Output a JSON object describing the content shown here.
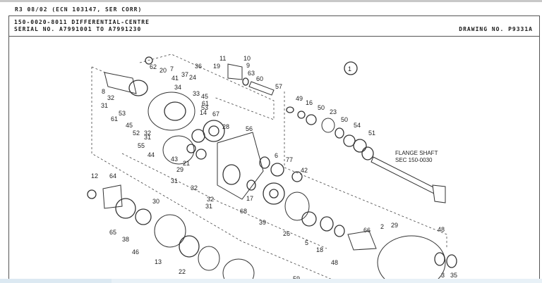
{
  "header": {
    "revision": "R3 08/02 (ECN 103147, SER CORR)",
    "part_title": "150-0020-8011 DIFFERENTIAL-CENTRE",
    "serial_range": "SERIAL NO. A7991001 TO A7991230",
    "drawing_number": "DRAWING NO. P9331A"
  },
  "diagram": {
    "view_marker": "1",
    "note_line1": "FLANGE SHAFT",
    "note_line2": "SEC 150-0030",
    "callouts": [
      "11",
      "10",
      "9",
      "19",
      "36",
      "63",
      "60",
      "57",
      "62",
      "20",
      "7",
      "41",
      "37",
      "24",
      "34",
      "33",
      "45",
      "61",
      "53",
      "14",
      "67",
      "8",
      "32",
      "31",
      "53",
      "61",
      "45",
      "52",
      "32",
      "31",
      "55",
      "44",
      "43",
      "21",
      "29",
      "28",
      "56",
      "6",
      "77",
      "42",
      "31",
      "32",
      "17",
      "68",
      "32",
      "31",
      "49",
      "16",
      "50",
      "23",
      "50",
      "54",
      "51",
      "12",
      "64",
      "30",
      "65",
      "38",
      "46",
      "13",
      "22",
      "39",
      "26",
      "5",
      "18",
      "66",
      "2",
      "29",
      "48",
      "48",
      "59",
      "3",
      "35"
    ]
  }
}
